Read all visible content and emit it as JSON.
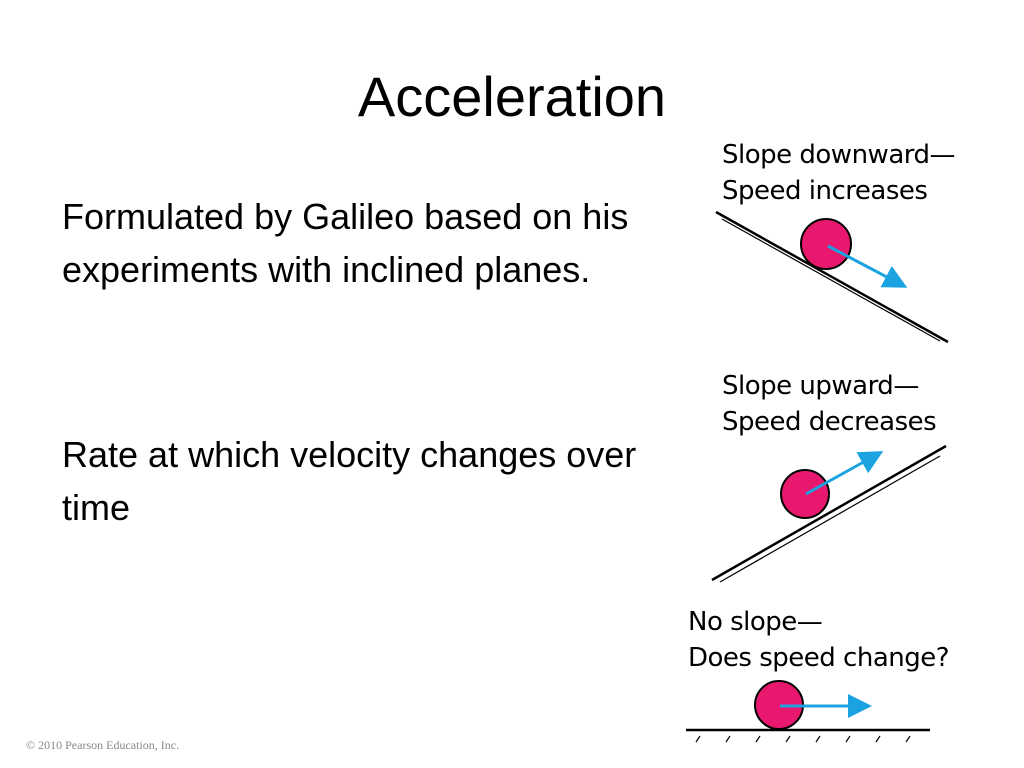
{
  "slide": {
    "title": "Acceleration",
    "bullets": [
      "Formulated by Galileo based on his experiments with inclined planes.",
      "Rate at which velocity changes over time"
    ],
    "copyright": "© 2010 Pearson Education, Inc."
  },
  "figure": {
    "panels": [
      {
        "line1": "Slope  downward—",
        "line2": "Speed increases"
      },
      {
        "line1": "Slope  upward—",
        "line2": "Speed decreases"
      },
      {
        "line1": "No slope—",
        "line2": "Does speed change?"
      }
    ],
    "colors": {
      "ball": "#e8186e",
      "arrow": "#1aa3e0",
      "ink": "#000000"
    }
  }
}
